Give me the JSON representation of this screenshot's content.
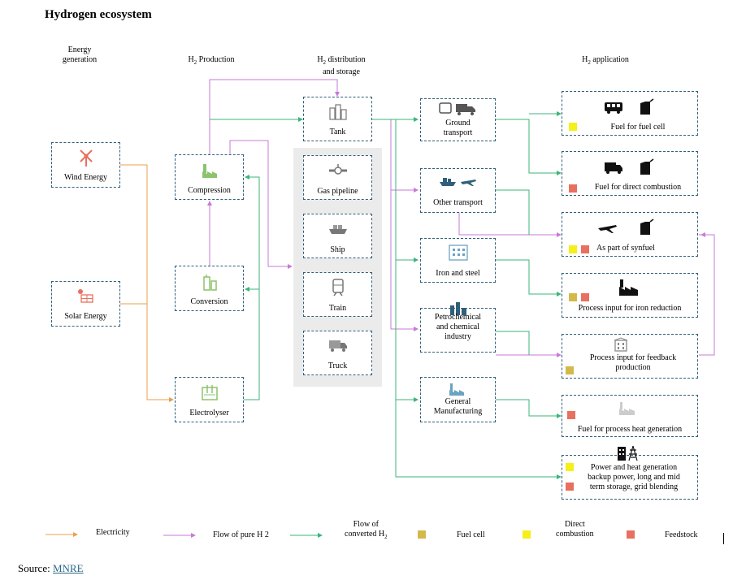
{
  "title": "Hydrogen ecosystem",
  "column_headers": {
    "energy": "Energy\ngeneration",
    "production_prefix": "H",
    "production_sub": "2",
    "production_suffix": " Production",
    "distribution_prefix": "H",
    "distribution_sub": "2",
    "distribution_suffix": " distribution\nand storage",
    "application_prefix": "H",
    "application_sub": "2",
    "application_suffix": " application"
  },
  "energy_sources": [
    "Wind Energy",
    "Solar Energy"
  ],
  "production": [
    "Compression",
    "Conversion",
    "Electrolyser"
  ],
  "distribution": [
    "Tank",
    "Gas pipeline",
    "Ship",
    "Train",
    "Truck"
  ],
  "end_uses": [
    "Ground\ntransport",
    "Other transport",
    "Iron and steel",
    "Petrochemical\nand chemical\nindustry",
    "General\nManufacturing"
  ],
  "applications": [
    {
      "label": "Fuel for fuel cell",
      "swatches": [
        "direct"
      ]
    },
    {
      "label": "Fuel for direct combustion",
      "swatches": [
        "feedstock"
      ]
    },
    {
      "label": "As part of synfuel",
      "swatches": [
        "direct",
        "feedstock"
      ]
    },
    {
      "label": "Process input for iron reduction",
      "swatches": [
        "fuelcell",
        "feedstock"
      ]
    },
    {
      "label": "Process input for feedback\nproduction",
      "swatches": [
        "fuelcell"
      ]
    },
    {
      "label": "Fuel for process heat generation",
      "swatches": [
        "feedstock"
      ]
    },
    {
      "label": "Power and heat generation\nbackup power, long and mid\nterm storage, grid blending",
      "swatches": [
        "direct",
        "feedstock"
      ]
    }
  ],
  "legend": {
    "electricity": "Electricity",
    "pure_h2": "Flow of pure H 2",
    "converted_prefix": "Flow of\nconverted H",
    "converted_sub": "2",
    "fuel_cell": "Fuel cell",
    "direct_combustion": "Direct\ncombustion",
    "feedstock": "Feedstock"
  },
  "colors": {
    "electricity": "#e8a04a",
    "pure_h2": "#c77ad6",
    "converted_h2": "#3bb57a",
    "fuel_cell": "#d4b94a",
    "direct_combustion": "#f5ef1a",
    "feedstock": "#e8705e",
    "box_border": "#2f5f7a"
  },
  "source": {
    "prefix": "Source: ",
    "link": "MNRE"
  }
}
